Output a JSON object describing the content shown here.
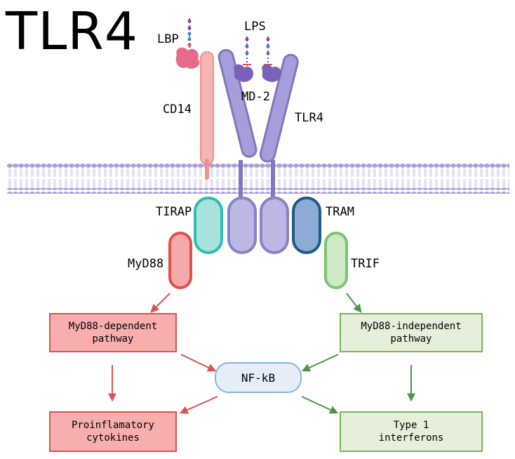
{
  "title": "TLR4",
  "labels": {
    "lbp": "LBP",
    "lps": "LPS",
    "md2": "MD-2",
    "cd14": "CD14",
    "tlr4": "TLR4",
    "tirap": "TIRAP",
    "tram": "TRAM",
    "myd88": "MyD88",
    "trif": "TRIF"
  },
  "boxes": {
    "myd88_dependent": "MyD88-dependent\npathway",
    "myd88_independent": "MyD88-independent\npathway",
    "nfkb": "NF-kB",
    "proinflammatory": "Proinflamatory\ncytokines",
    "interferons": "Type 1\ninterferons"
  },
  "colors": {
    "tlr4": "#9b94c9",
    "cd14": "#f7b4b4",
    "tirap": "#2ebdb0",
    "tram": "#1d5a86",
    "myd88": "#d9534f",
    "trif": "#7cc572",
    "membrane": "#a99fd8",
    "red_arrow": "#d9534f",
    "green_arrow": "#4e9447"
  }
}
